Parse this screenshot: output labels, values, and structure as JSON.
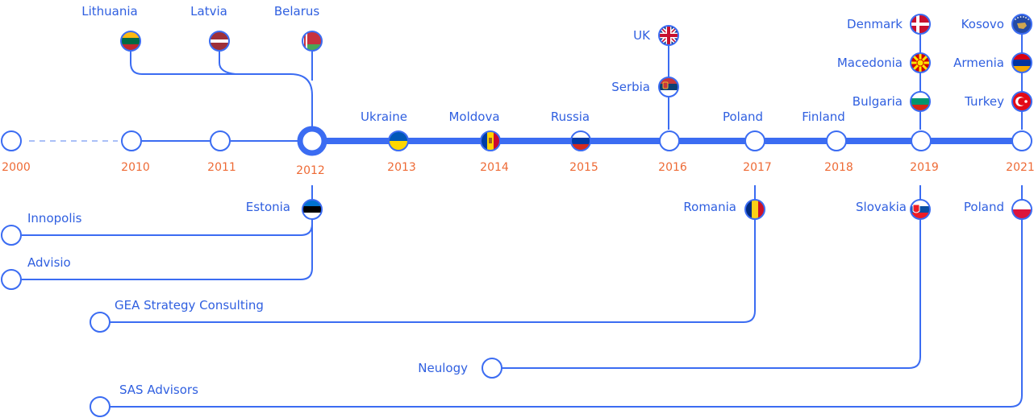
{
  "colors": {
    "line": "#3b6cf2",
    "label": "#2f5fe0",
    "year": "#ee6a35",
    "dash": "#aac0f7"
  },
  "years": {
    "y2000": "2000",
    "y2010": "2010",
    "y2011": "2011",
    "y2012": "2012",
    "y2013": "2013",
    "y2014": "2014",
    "y2015": "2015",
    "y2016": "2016",
    "y2017": "2017",
    "y2018": "2018",
    "y2019": "2019",
    "y2021": "2021"
  },
  "countries": {
    "lithuania": "Lithuania",
    "latvia": "Latvia",
    "belarus": "Belarus",
    "ukraine": "Ukraine",
    "moldova": "Moldova",
    "russia": "Russia",
    "uk": "UK",
    "serbia": "Serbia",
    "poland": "Poland",
    "finland": "Finland",
    "denmark": "Denmark",
    "macedonia": "Macedonia",
    "bulgaria": "Bulgaria",
    "kosovo": "Kosovo",
    "armenia": "Armenia",
    "turkey": "Turkey",
    "estonia": "Estonia",
    "romania": "Romania",
    "slovakia": "Slovakia",
    "poland2": "Poland"
  },
  "companies": {
    "innopolis": "Innopolis",
    "advisio": "Advisio",
    "gea": "GEA Strategy Consulting",
    "neulogy": "Neulogy",
    "sas": "SAS Advisors"
  }
}
